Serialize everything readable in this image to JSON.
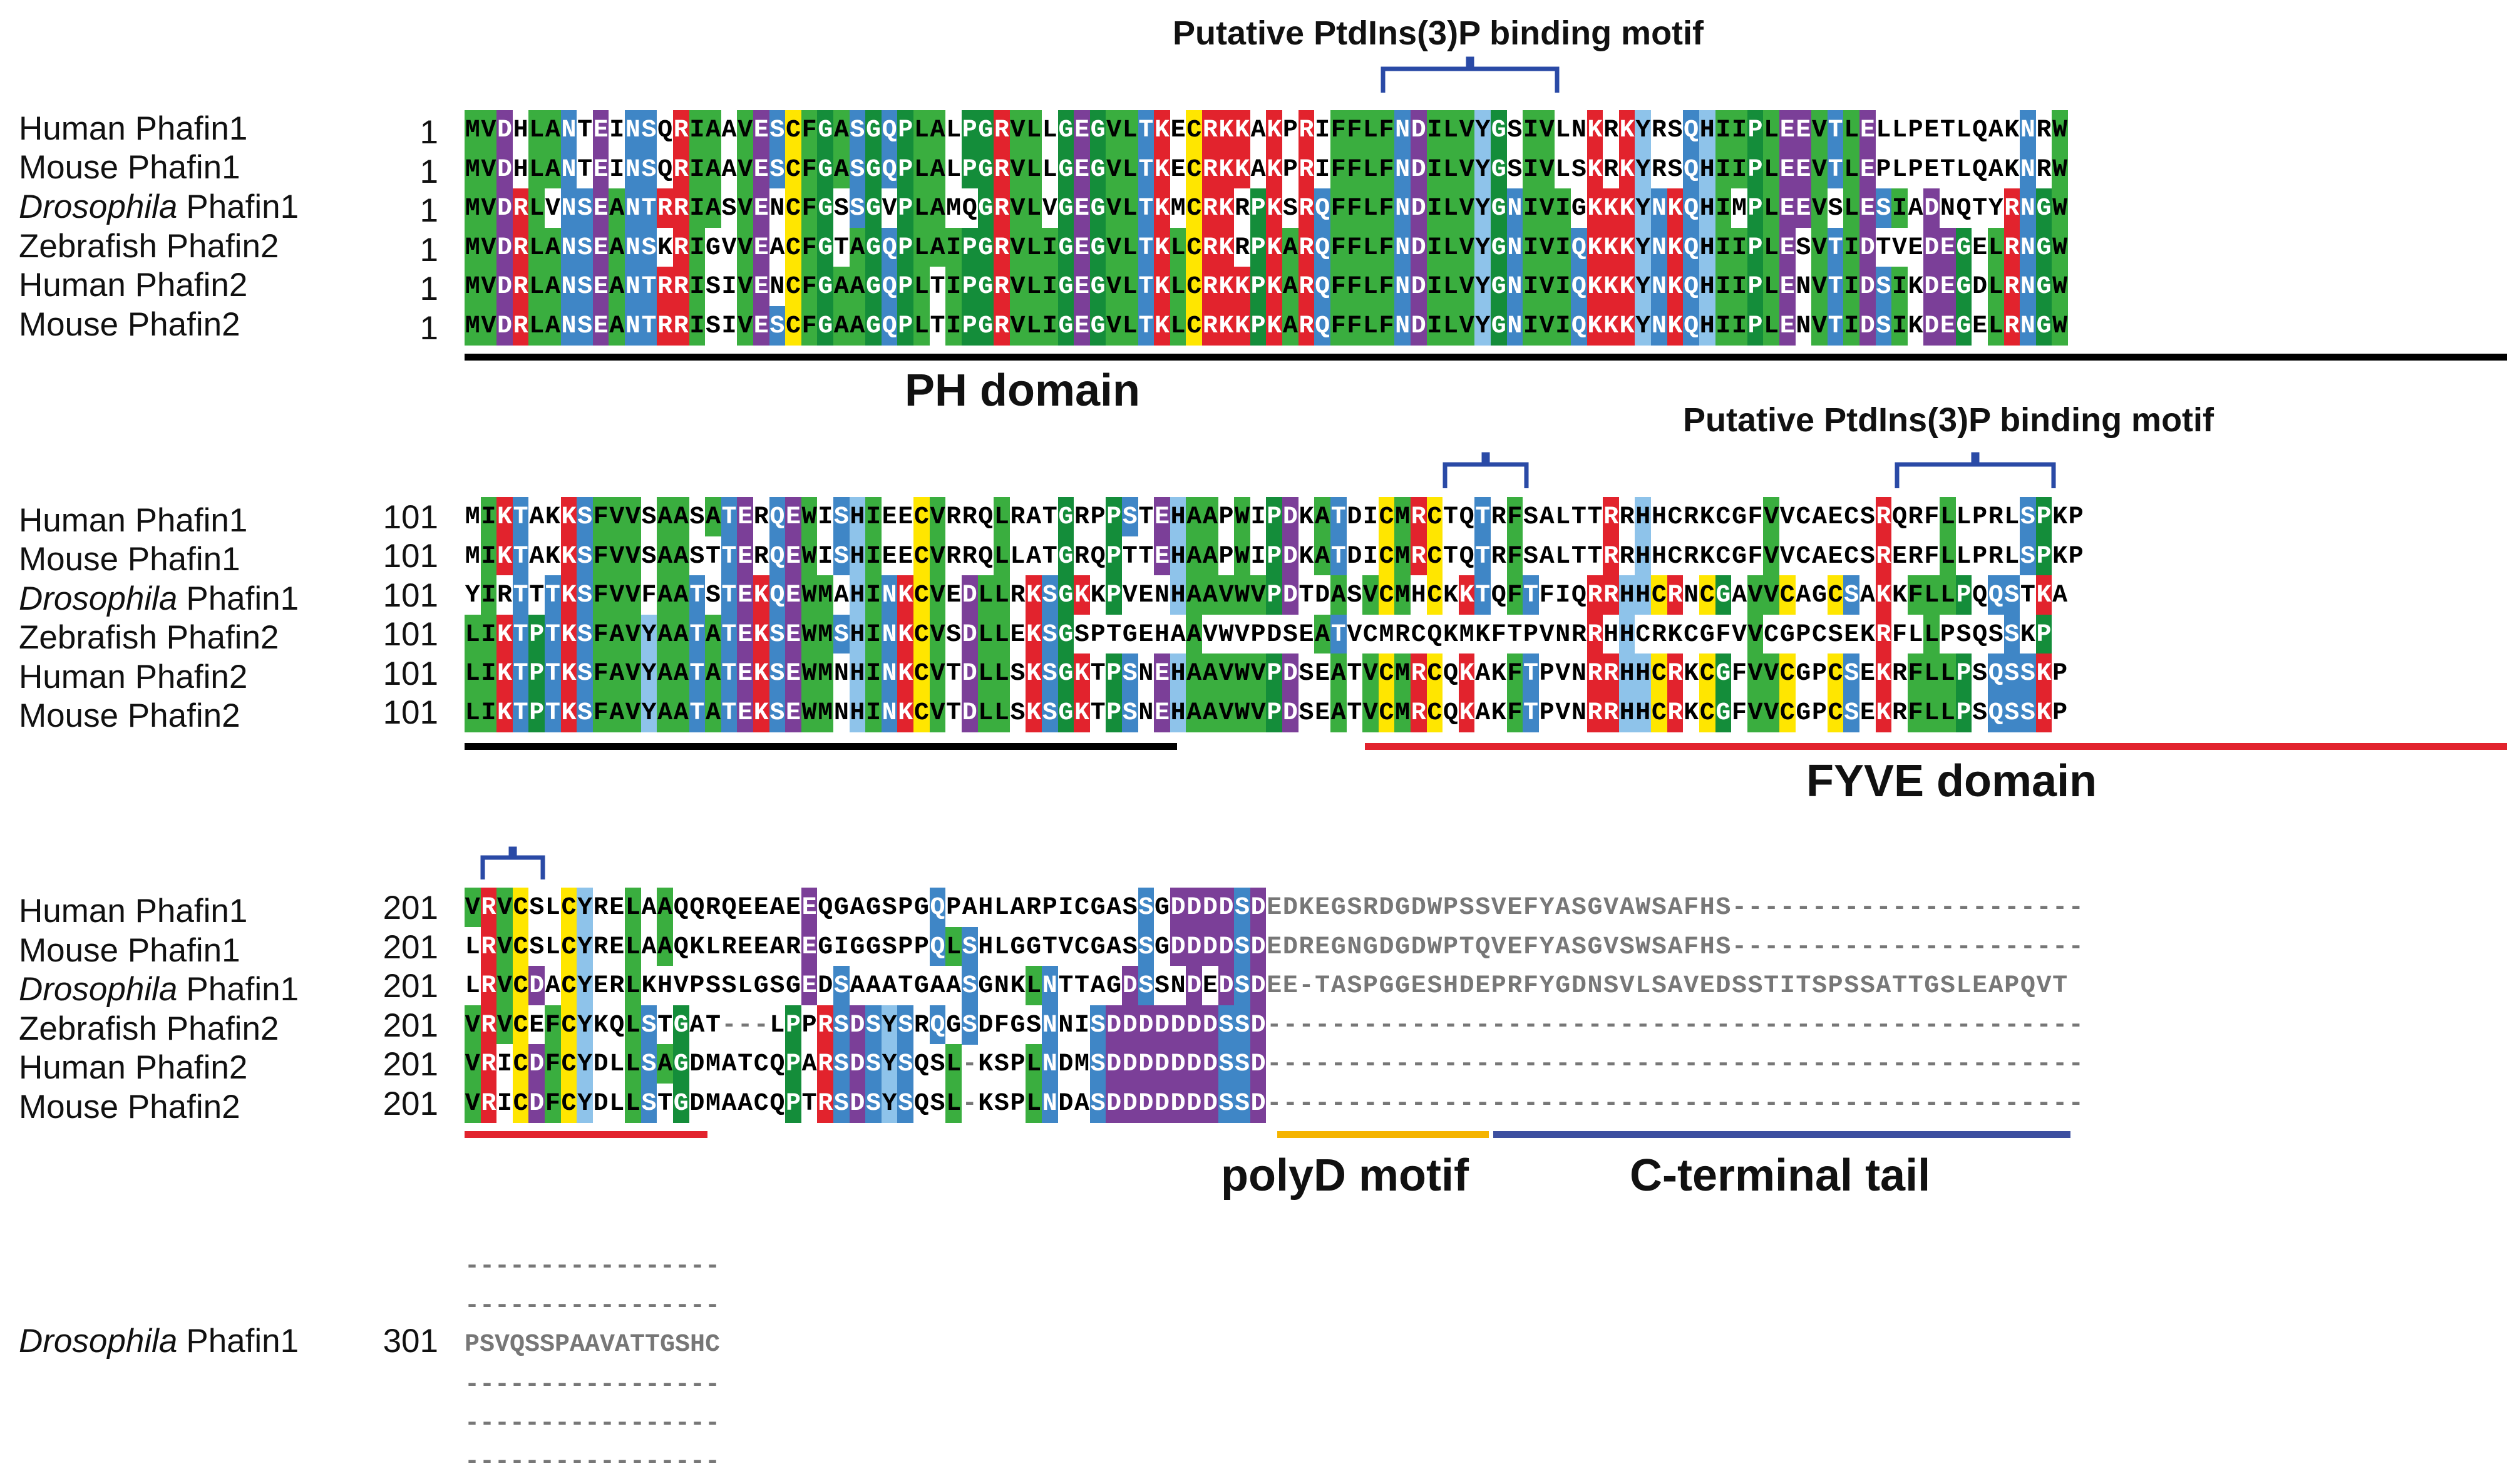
{
  "colors": {
    "hydrophobic": "#3aae3f",
    "basic": "#e2232d",
    "acidic": "#7b3f98",
    "polar": "#3f86c6",
    "cys": "#ffe600",
    "pro_gly": "#148d3a",
    "hist": "#3a4fa1",
    "light": "#8ec3ea",
    "black_text": "#000000",
    "white_text": "#ffffff",
    "gap_text": "#777777",
    "bracket": "#2a4aa6",
    "ph_bar": "#000000",
    "fyve_bar": "#e2232d",
    "polyd_bar": "#f5b400",
    "cterm_bar": "#3c4fa0"
  },
  "annotations": {
    "motif1": "Putative PtdIns(3)P binding motif",
    "motif2": "Putative PtdIns(3)P binding motif",
    "ph_domain": "PH domain",
    "fyve_domain": "FYVE domain",
    "polyd_motif": "polyD motif",
    "c_terminal_tail": "C-terminal tail"
  },
  "species": [
    {
      "prefix": "Human",
      "italic": "",
      "suffix": "Human Phafin1"
    },
    {
      "prefix": "Mouse",
      "italic": "",
      "suffix": "Mouse Phafin1"
    },
    {
      "prefix": "",
      "italic": "Drosophila",
      "suffix": " Phafin1"
    },
    {
      "prefix": "Zebrafish",
      "italic": "",
      "suffix": "Zebrafish Phafin2"
    },
    {
      "prefix": "Human",
      "italic": "",
      "suffix": "Human Phafin2"
    },
    {
      "prefix": "Mouse",
      "italic": "",
      "suffix": "Mouse Phafin2"
    }
  ],
  "labels": {
    "b1": [
      "Human Phafin1",
      "Mouse Phafin1",
      "Phafin1",
      "Zebrafish Phafin2",
      "Human Phafin2",
      "Mouse Phafin2"
    ],
    "drosophila": "Drosophila",
    "b4": "Phafin1"
  },
  "block_starts": [
    "1",
    "101",
    "201",
    "301"
  ],
  "blocks": [
    {
      "rows": [
        "MVDHLANTEINSQRIAAVESCFGASGQPLALPGRVLLGEGVLTKECRKKAKPRIFFLFNDILVYGSIVLNKRKYRSQHIIPLEEVTLELLPETLQAKNRW",
        "MVDHLANTEINSQRIAAVESCFGASGQPLALPGRVLLGEGVLTKECRKKAKPRIFFLFNDILVYGSIVLSKRKYRSQHIIPLEEVTLEPLPETLQAKNRW",
        "MVDRLVNSEANTRRIASVENCFGSSGVPLAMQGRVLVGEGVLTKMCRKRPKSRQFFLFNDILVYGNIVIGKKKYNKQHIMPLEEVSLESIADNQTYRNGW",
        "MVDRLANSEANSKRIGVVEACFGTAGQPLAIPGRVLIGEGVLTKLCRKRPKARQFFLFNDILVYGNIVIQKKKYNKQHIIPLESVTIDTVEDEGELRNGW",
        "MVDRLANSEANTRRISIVENCFGAAGQPLTIPGRVLIGEGVLTKLCRKKPKARQFFLFNDILVYGNIVIQKKKYNKQHIIPLENVTIDSIKDEGDLRNGW",
        "MVDRLANSEANTRRISIVESCFGAAGQPLTIPGRVLIGEGVLTKLCRKKPKARQFFLFNDILVYGNIVIQKKKYNKQHIIPLENVTIDSIKDEGELRNGW"
      ]
    },
    {
      "rows": [
        "MIKTAKKSFVVSAASATERQEWISHIEECVRRQLRATGRPPSTEHAAPWIPDKATDICMRCTQTRFSALTTRRHHCRKCGFVVCAECSRQRFLLPRLSPKP",
        "MIKTAKKSFVVSAASTTERQEWISHIEECVRRQLLATGRQPTTEHAAPWIPDKATDICMRCTQTRFSALTTRRHHCRKCGFVVCAECSRERFLLPRLSPKP",
        "YIRTTTKSFVVFAATSTEKQEWMAHINKCVEDLLRKSGKKPVENHAAVWVPDTDASVCMHCKKTQFTFIQRRHHCRNCGAVVCAGCSAKKFLLPQQSTKA",
        "LIKTPTKSFAVYAATATEKSEWMSHINKCVSDLLEKSGSPTGEHAAVWVPDSEATVCMRCQKMKFTPVNRRHHCRKCGFVVCGPCSEKRFLLPSQSSKP",
        "LIKTPTKSFAVYAATATEKSEWMNHINKCVTDLLSKSGKTPSNEHAAVWVPDSEATVCMRCQKAKFTPVNRRHHCRKCGFVVCGPCSEKRFLLPSQSSKP",
        "LIKTPTKSFAVYAATATEKSEWMNHINKCVTDLLSKSGKTPSNEHAAVWVPDSEATVCMRCQKAKFTPVNRRHHCRKCGFVVCGPCSEKRFLLPSQSSKP"
      ]
    },
    {
      "rows": [
        "VRVCSLCYRELAAQQRQEEAEEQGAGSPGQPAHLARPICGASSGDDDDSDEDKEGSRDGDWPSSVEFYASGVAWSAFHS----------------------",
        "LRVCSLCYRELAAQKLREEAREGIGGSPPQLSHLGGTVCGASSGDDDDSDEDREGNGDGDWPTQVEFYASGVSWSAFHS----------------------",
        "LRVCDACYERLKHVPSSLGSGEDSAAATGAASGNKLNTTAGDSSNDEDSDEE-TASPGGESHDEPRFYGDNSVLSAVEDSSTITSPSSATTGSLEAPQVT",
        "VRVCEFCYKQLSTGAT---LPPRSDSYSRQGSDFGSNNISDDDDDDDSSD---------------------------------------------------",
        "VRICDFCYDLLSAGDMATCQPARSDSYSQSL-KSPLNDMSDDDDDDDSSD---------------------------------------------------",
        "VRICDFCYDLLSTGDMAACQPTRSDSYSQSL-KSPLNDASDDDDDDDSSD---------------------------------------------------"
      ]
    },
    {
      "rows": [
        "-----------------",
        "-----------------",
        "PSVQSSPAAVATTGSHC",
        "-----------------",
        "-----------------",
        "-----------------"
      ]
    }
  ]
}
